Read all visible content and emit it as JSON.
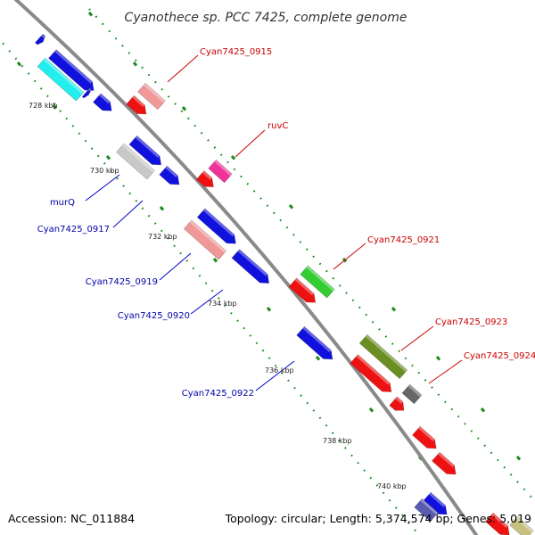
{
  "title": "Cyanothece sp. PCC 7425, complete genome",
  "footer": {
    "accession": "Accession: NC_011884",
    "summary": "Topology: circular; Length: 5,374,574 bp; Genes: 5,019"
  },
  "colors": {
    "backbone": "#8a8a8a",
    "tick_dot": "#1a8a1a",
    "label_forward": "#cc0000",
    "label_reverse": "#0000aa",
    "leader_line": "#cc0000",
    "leader_line_reverse": "#0000cc"
  },
  "tick_labels": [
    "728 kbp",
    "730 kbp",
    "732 kbp",
    "734 kbp",
    "736 kbp",
    "738 kbp",
    "740 kbp"
  ],
  "gene_labels": [
    {
      "text": "Cyan7425_0915",
      "strand": "forward"
    },
    {
      "text": "ruvC",
      "strand": "forward"
    },
    {
      "text": "Cyan7425_0921",
      "strand": "forward"
    },
    {
      "text": "Cyan7425_0923",
      "strand": "forward"
    },
    {
      "text": "Cyan7425_0924",
      "strand": "forward"
    },
    {
      "text": "murQ",
      "strand": "reverse"
    },
    {
      "text": "Cyan7425_0917",
      "strand": "reverse"
    },
    {
      "text": "Cyan7425_0919",
      "strand": "reverse"
    },
    {
      "text": "Cyan7425_0920",
      "strand": "reverse"
    },
    {
      "text": "Cyan7425_0922",
      "strand": "reverse"
    }
  ],
  "genes": [
    {
      "strand": "reverse",
      "color": "#1111dd",
      "shape": "arrow"
    },
    {
      "strand": "reverse",
      "color": "#22eeee",
      "shape": "box"
    },
    {
      "strand": "reverse",
      "color": "#1111dd",
      "shape": "arrow"
    },
    {
      "strand": "reverse",
      "color": "#1111dd",
      "shape": "arrow"
    },
    {
      "strand": "reverse",
      "color": "#1111dd",
      "shape": "arrow"
    },
    {
      "strand": "reverse",
      "color": "#c8c8c8",
      "shape": "box"
    },
    {
      "strand": "reverse",
      "color": "#1111dd",
      "shape": "arrow"
    },
    {
      "strand": "reverse",
      "color": "#1111dd",
      "shape": "arrow"
    },
    {
      "strand": "reverse",
      "color": "#f09898",
      "shape": "box"
    },
    {
      "strand": "reverse",
      "color": "#1111dd",
      "shape": "arrow"
    },
    {
      "strand": "reverse",
      "color": "#1111dd",
      "shape": "arrow"
    },
    {
      "strand": "reverse",
      "color": "#1111dd",
      "shape": "arrow"
    },
    {
      "strand": "reverse",
      "color": "#1111dd",
      "shape": "arrow"
    },
    {
      "strand": "reverse",
      "color": "#5a5ab0",
      "shape": "box"
    },
    {
      "strand": "forward",
      "color": "#f09898",
      "shape": "box"
    },
    {
      "strand": "forward",
      "color": "#ee1111",
      "shape": "arrow"
    },
    {
      "strand": "forward",
      "color": "#ee3399",
      "shape": "box"
    },
    {
      "strand": "forward",
      "color": "#ee1111",
      "shape": "arrow"
    },
    {
      "strand": "forward",
      "color": "#33cc33",
      "shape": "box"
    },
    {
      "strand": "forward",
      "color": "#ee1111",
      "shape": "arrow"
    },
    {
      "strand": "forward",
      "color": "#6b8e23",
      "shape": "box"
    },
    {
      "strand": "forward",
      "color": "#ee1111",
      "shape": "arrow"
    },
    {
      "strand": "forward",
      "color": "#666666",
      "shape": "box"
    },
    {
      "strand": "forward",
      "color": "#ee1111",
      "shape": "arrow"
    },
    {
      "strand": "forward",
      "color": "#ee1111",
      "shape": "arrow"
    },
    {
      "strand": "forward",
      "color": "#ee1111",
      "shape": "arrow"
    },
    {
      "strand": "forward",
      "color": "#ee1111",
      "shape": "arrow"
    },
    {
      "strand": "forward",
      "color": "#c8c080",
      "shape": "box"
    }
  ]
}
